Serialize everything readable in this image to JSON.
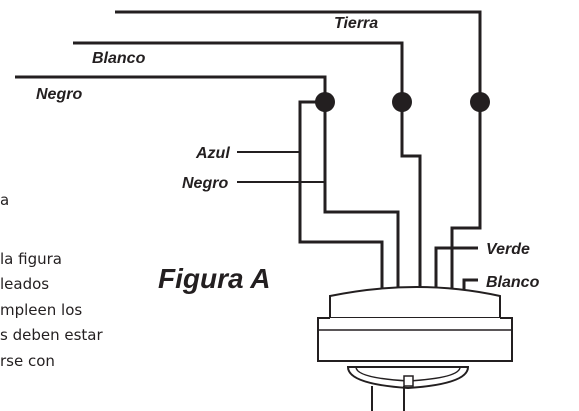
{
  "wire_labels": {
    "tierra": "Tierra",
    "blanco_top": "Blanco",
    "negro_top": "Negro",
    "azul": "Azul",
    "negro_fixture": "Negro",
    "verde": "Verde",
    "blanco_fixture": "Blanco"
  },
  "figure_title": "Figura A",
  "body_text_fragments": [
    "a",
    "la figura",
    "leados",
    "mpleen los",
    "s deben estar",
    "rse con"
  ],
  "colors": {
    "ink": "#231f20",
    "background": "#ffffff"
  }
}
